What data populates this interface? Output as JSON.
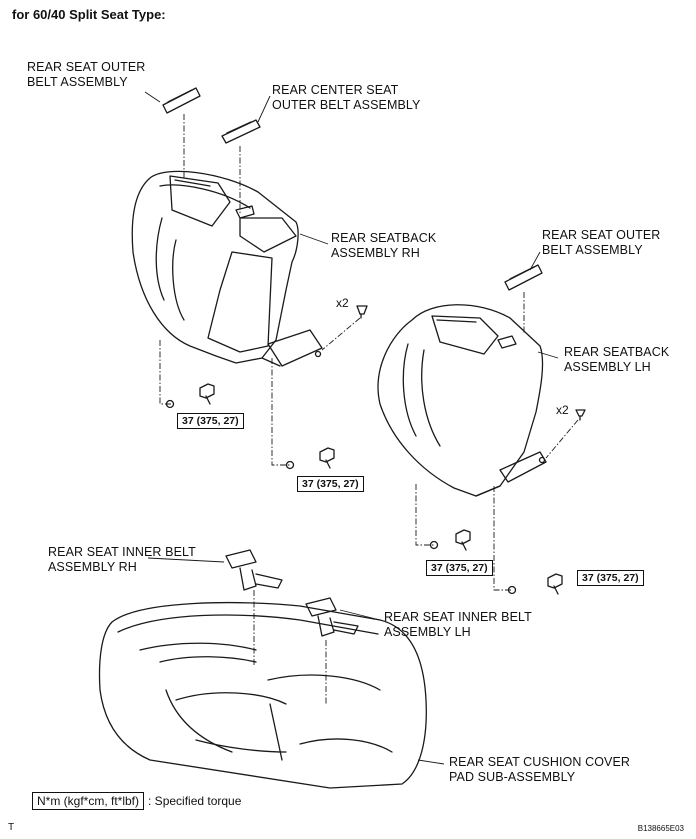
{
  "title": "for 60/40 Split Seat Type:",
  "labels": {
    "outer_belt_rh": "REAR SEAT OUTER\nBELT ASSEMBLY",
    "center_belt": "REAR CENTER SEAT\nOUTER BELT ASSEMBLY",
    "seatback_rh": "REAR SEATBACK\nASSEMBLY RH",
    "outer_belt_lh": "REAR SEAT OUTER\nBELT ASSEMBLY",
    "seatback_lh": "REAR SEATBACK\nASSEMBLY LH",
    "inner_belt_rh": "REAR SEAT INNER BELT\nASSEMBLY RH",
    "inner_belt_lh": "REAR SEAT INNER BELT\nASSEMBLY LH",
    "cushion": "REAR SEAT CUSHION COVER\nPAD SUB-ASSEMBLY"
  },
  "quantity_rh": "x2",
  "quantity_lh": "x2",
  "torque_value": "37 (375, 27)",
  "legend": {
    "unit": "N*m (kgf*cm, ft*lbf)",
    "description": ": Specified torque"
  },
  "corner_mark": "T",
  "figure_code": "B138665E03"
}
